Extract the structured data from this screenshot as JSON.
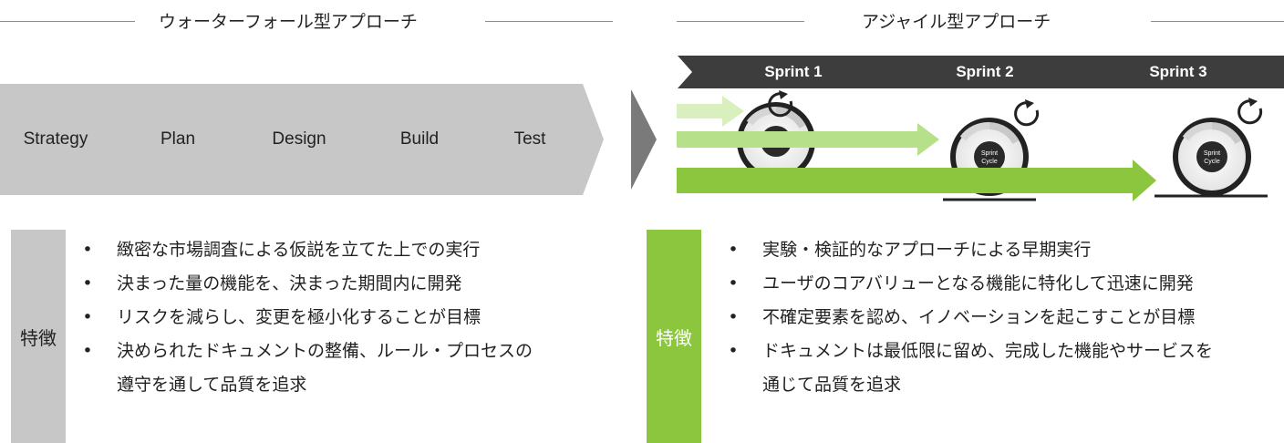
{
  "waterfall": {
    "title": "ウォーターフォール型アプローチ",
    "steps": [
      "Strategy",
      "Plan",
      "Design",
      "Build",
      "Test"
    ],
    "feature_label": "特徴",
    "bullets": [
      "緻密な市場調査による仮説を立てた上での実行",
      "決まった量の機能を、決まった期間内に開発",
      "リスクを減らし、変更を極小化することが目標",
      "決められたドキュメントの整備、ルール・プロセスの",
      "遵守を通して品質を追求"
    ]
  },
  "agile": {
    "title": "アジャイル型アプローチ",
    "sprints": [
      "Sprint 1",
      "Sprint 2",
      "Sprint 3"
    ],
    "cycle_label_1": "Sprint",
    "cycle_label_2": "Cycle",
    "feature_label": "特徴",
    "bullets": [
      "実験・検証的なアプローチによる早期実行",
      "ユーザのコアバリューとなる機能に特化して迅速に開発",
      "不確定要素を認め、イノベーションを起こすことが目標",
      "ドキュメントは最低限に留め、完成した機能やサービスを",
      "通じて品質を追求"
    ]
  },
  "colors": {
    "step_gray": "#c7c7c7",
    "sprint_dark": "#3d3d3d",
    "agile_green": "#8cc63f",
    "feature_gray": "#c7c7c7"
  }
}
